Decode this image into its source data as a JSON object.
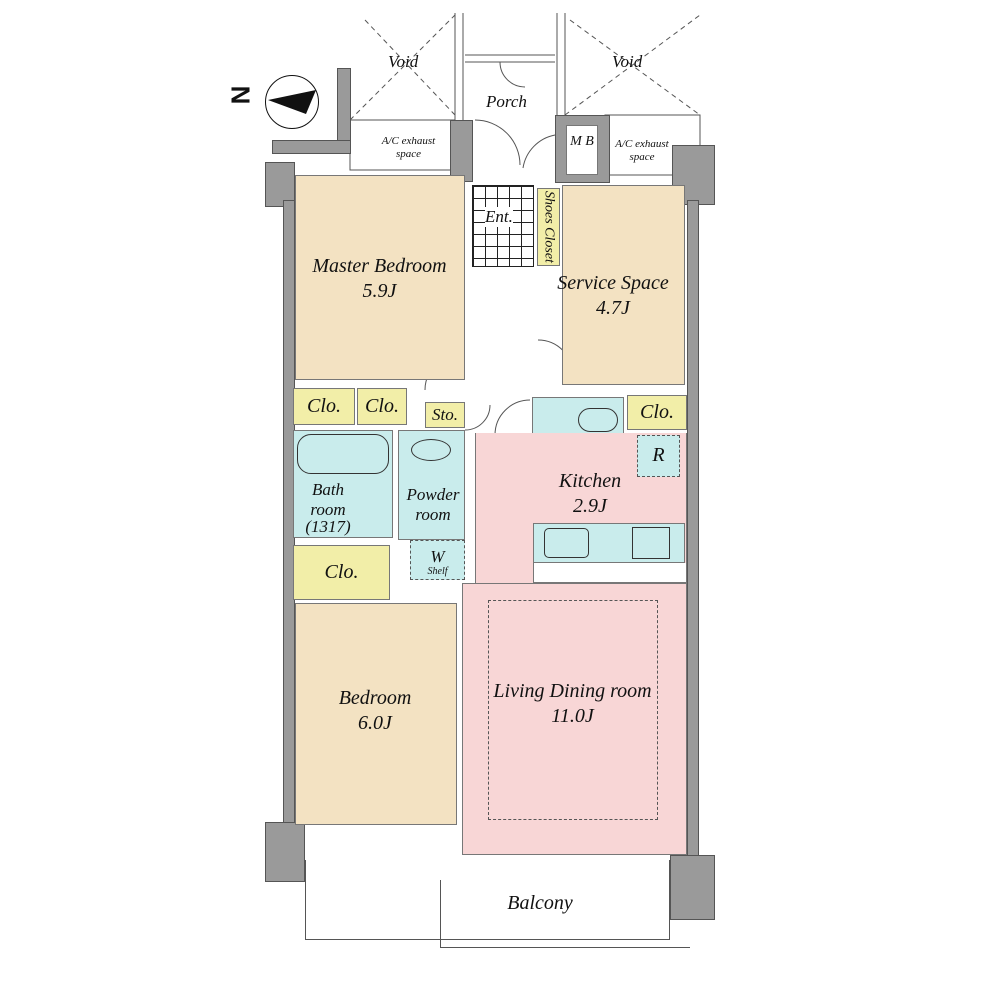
{
  "compass": {
    "label": "N"
  },
  "rooms": {
    "void_left": "Void",
    "void_right": "Void",
    "porch": "Porch",
    "ac_left": "A/C exhaust space",
    "ac_right": "A/C exhaust space",
    "mb": "M B",
    "entrance": "Ent.",
    "shoes_closet": "Shoes Closet",
    "master_bedroom": {
      "name": "Master Bedroom",
      "size": "5.9J"
    },
    "service_space": {
      "name": "Service Space",
      "size": "4.7J"
    },
    "clo1": "Clo.",
    "clo2": "Clo.",
    "sto": "Sto.",
    "clo3": "Clo.",
    "clo4": "Clo.",
    "bath": {
      "name": "Bath room",
      "size": "(1317)"
    },
    "powder": "Powder room",
    "washer": "W",
    "shelf": "Shelf",
    "refrigerator": "R",
    "kitchen": {
      "name": "Kitchen",
      "size": "2.9J"
    },
    "bedroom": {
      "name": "Bedroom",
      "size": "6.0J"
    },
    "living": {
      "name": "Living Dining room",
      "size": "11.0J"
    },
    "balcony": "Balcony"
  },
  "colors": {
    "bedroom": "#f3e2c2",
    "closet": "#f2eea8",
    "wet": "#c9ecec",
    "living": "#f8d6d6",
    "wall": "#9a9a9a"
  }
}
